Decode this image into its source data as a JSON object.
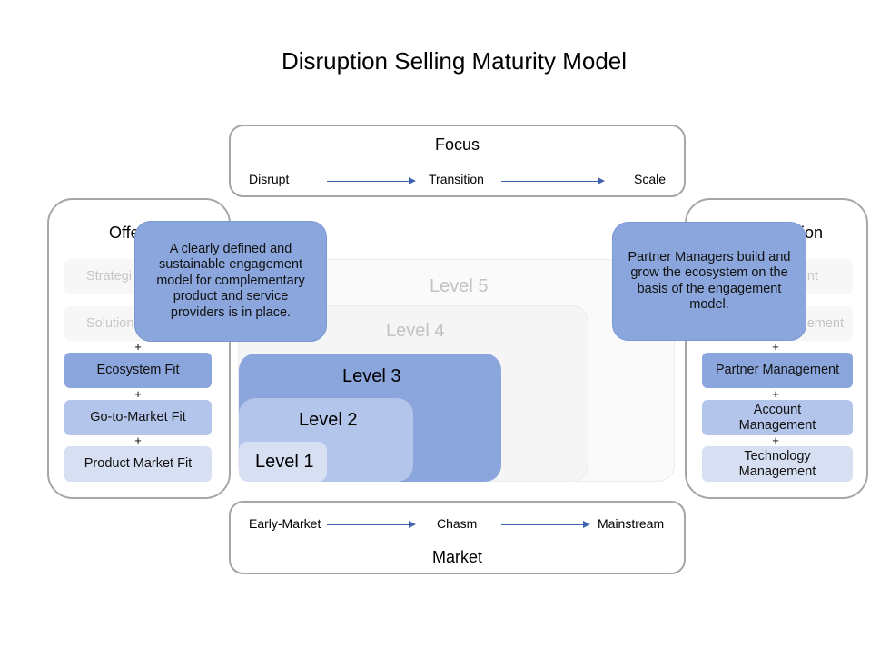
{
  "title": "Disruption Selling Maturity Model",
  "focus": {
    "title": "Focus",
    "stages": [
      "Disrupt",
      "Transition",
      "Scale"
    ]
  },
  "market": {
    "title": "Market",
    "stages": [
      "Early-Market",
      "Chasm",
      "Mainstream"
    ]
  },
  "offering": {
    "title_visible": "Offe",
    "items": [
      {
        "label": "Strategi",
        "style": "faded"
      },
      {
        "label": "Solution",
        "style": "faded"
      },
      {
        "label": "Ecosystem Fit",
        "style": "dark"
      },
      {
        "label": "Go-to-Market Fit",
        "style": "medium"
      },
      {
        "label": "Product Market Fit",
        "style": "light"
      }
    ],
    "connector": "+"
  },
  "organization": {
    "title_visible": "ion",
    "items": [
      {
        "label": "nt",
        "style": "faded"
      },
      {
        "label": "ement",
        "style": "faded"
      },
      {
        "label": "Partner Management",
        "style": "dark"
      },
      {
        "label": "Account Management",
        "style": "medium"
      },
      {
        "label": "Technology Management",
        "style": "light"
      }
    ],
    "connector": "+"
  },
  "levels": [
    "Level 5",
    "Level 4",
    "Level 3",
    "Level 2",
    "Level 1"
  ],
  "callouts": {
    "left": "A clearly defined and sustainable engagement model for complementary product and service providers is in place.",
    "right": "Partner Managers build and grow the ecosystem on the basis of the engagement model."
  },
  "colors": {
    "dark": "#8aa6dc",
    "medium": "#b3c5ea",
    "light": "#d7e0f3",
    "arrow": "#3d63b0",
    "frame": "#a6a6a6"
  }
}
